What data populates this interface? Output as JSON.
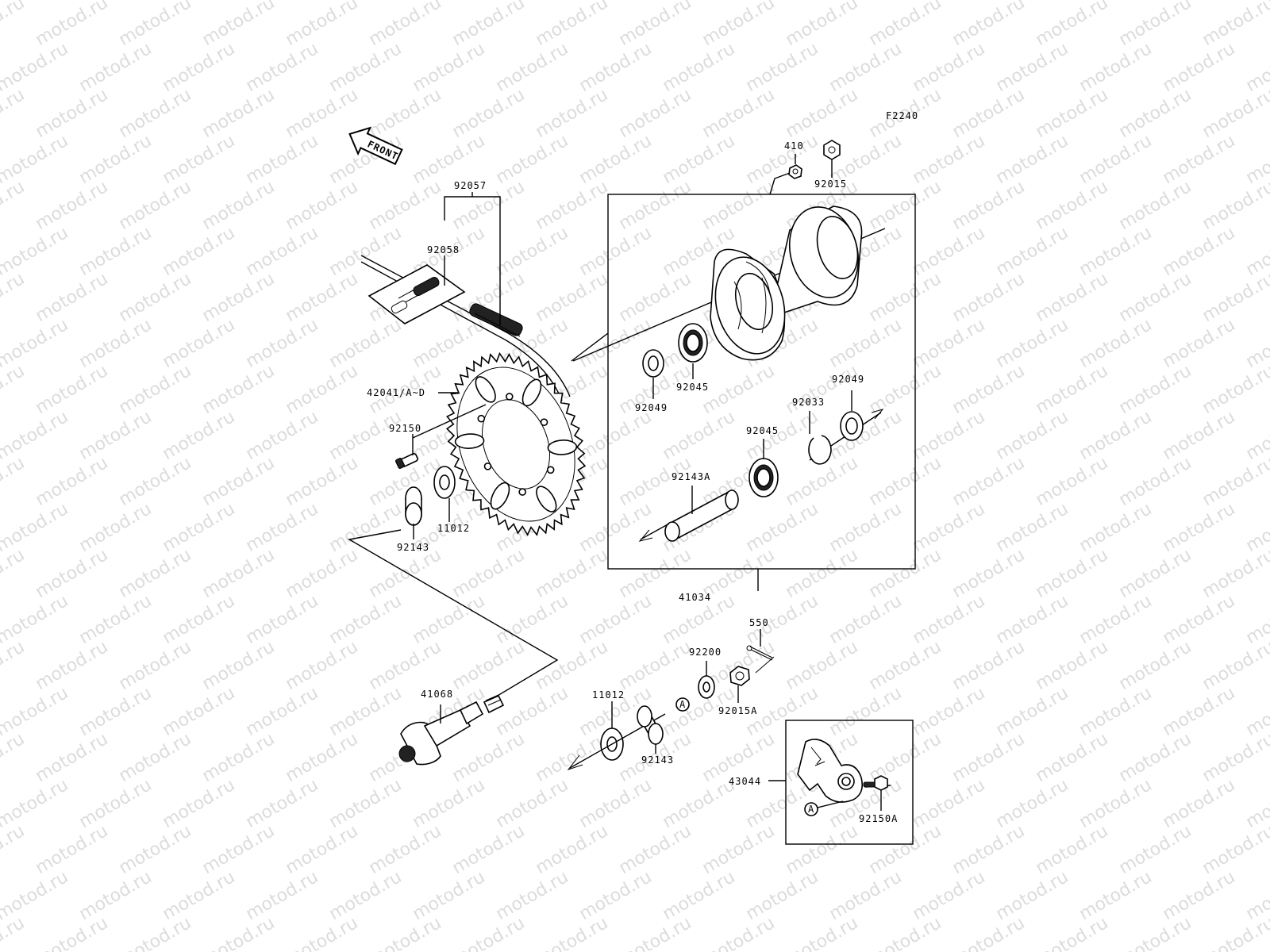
{
  "figure_code": "F2240",
  "front_label": "FRONT",
  "watermark": "motod.ru",
  "callout_a": "A",
  "part_labels": {
    "p410": "410",
    "p92015": "92015",
    "p92057": "92057",
    "p92058": "92058",
    "p42041": "42041/A~D",
    "p92150": "92150",
    "p11012_top": "11012",
    "p92143_top": "92143",
    "p92045_upper": "92045",
    "p92049_left": "92049",
    "p92049_right": "92049",
    "p92033": "92033",
    "p92045_lower": "92045",
    "p92143A": "92143A",
    "p41034": "41034",
    "p550": "550",
    "p92200": "92200",
    "p92015A": "92015A",
    "p11012_bottom": "11012",
    "p92143_bottom": "92143",
    "p41068": "41068",
    "p43044": "43044",
    "p92150A": "92150A"
  }
}
